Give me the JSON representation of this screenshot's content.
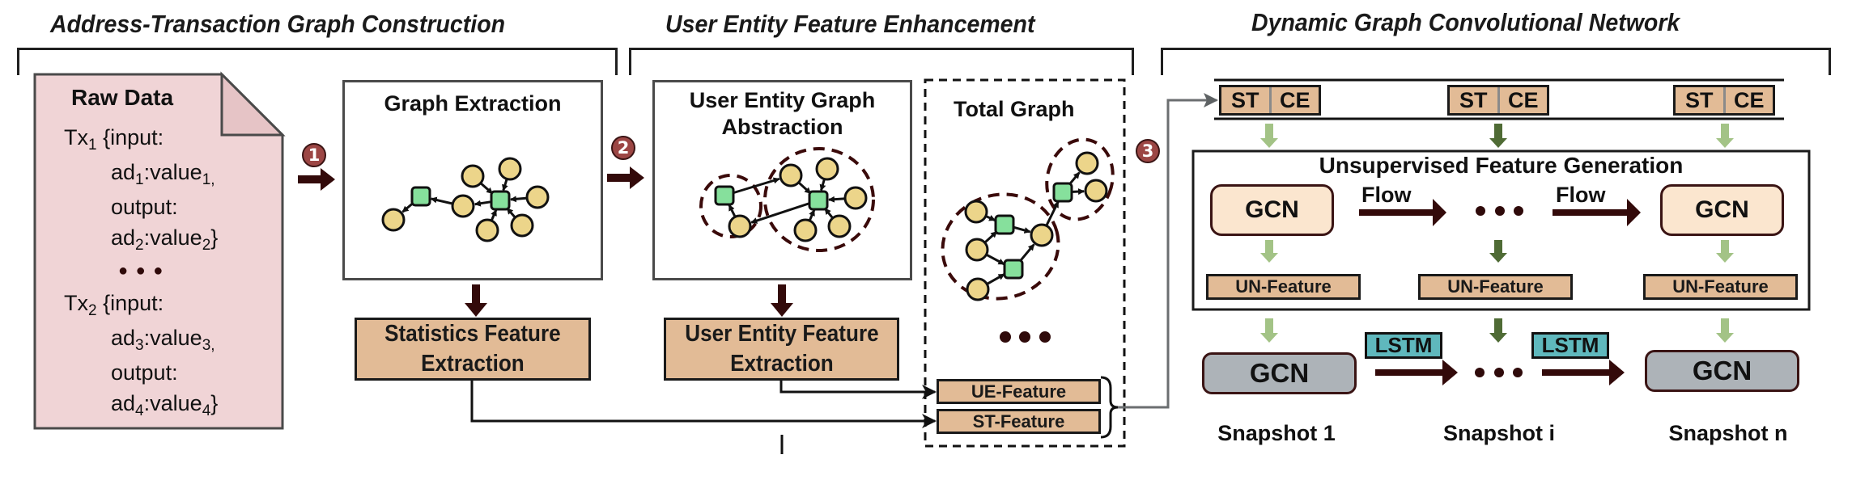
{
  "sections": {
    "construction": {
      "title": "Address-Transaction Graph Construction"
    },
    "enhancement": {
      "title": "User Entity Feature Enhancement"
    },
    "dgcn": {
      "title": "Dynamic Graph Convolutional Network"
    }
  },
  "steps": [
    {
      "number": "1"
    },
    {
      "number": "2"
    },
    {
      "number": "3"
    }
  ],
  "raw_data": {
    "title": "Raw Data",
    "tx1": {
      "label": "Tx",
      "sub": "1",
      "open": " {input:"
    },
    "tx1_input": {
      "pre": "ad",
      "sub": "1",
      "mid": ":value",
      "sub2": "1,"
    },
    "tx1_output_label": "output:",
    "tx1_output": {
      "pre": "ad",
      "sub": "2",
      "mid": ":value",
      "sub2": "2",
      "close": "}"
    },
    "ellipsis": "● ● ●",
    "tx2": {
      "label": "Tx",
      "sub": "2",
      "open": " {input:"
    },
    "tx2_input": {
      "pre": "ad",
      "sub": "3",
      "mid": ":value",
      "sub2": "3,"
    },
    "tx2_output_label": "output:",
    "tx2_output": {
      "pre": "ad",
      "sub": "4",
      "mid": ":value",
      "sub2": "4",
      "close": "}"
    }
  },
  "graph_extraction": {
    "title": "Graph Extraction"
  },
  "statistics_feature": {
    "label_line1": "Statistics Feature",
    "label_line2": "Extraction"
  },
  "user_entity_graph": {
    "title_line1": "User Entity Graph",
    "title_line2": "Abstraction"
  },
  "user_entity_feature": {
    "label_line1": "User Entity Feature",
    "label_line2": "Extraction"
  },
  "total_graph": {
    "title": "Total Graph",
    "ellipsis": "●●●"
  },
  "features": {
    "ue": "UE-Feature",
    "st": "ST-Feature"
  },
  "snapshot_inputs": [
    {
      "st": "ST",
      "ce": "CE"
    },
    {
      "st": "ST",
      "ce": "CE"
    },
    {
      "st": "ST",
      "ce": "CE"
    }
  ],
  "unsupervised": {
    "title": "Unsupervised Feature Generation",
    "gcn_left": "GCN",
    "gcn_right": "GCN",
    "flow_left": "Flow",
    "flow_right": "Flow",
    "un_features": [
      "UN-Feature",
      "UN-Feature",
      "UN-Feature"
    ]
  },
  "temporal": {
    "gcn_left": "GCN",
    "gcn_right": "GCN",
    "lstm_left": "LSTM",
    "lstm_right": "LSTM"
  },
  "snapshots": [
    "Snapshot 1",
    "Snapshot i",
    "Snapshot n"
  ],
  "colors": {
    "circle_node": "#ecd58a",
    "square_node": "#86e09c",
    "feature_box": "#e2bb96",
    "raw_data_bg": "#f0d4d6",
    "gcn_light": "#fbe6cf",
    "gcn_gray": "#adb3b8",
    "lstm": "#5fb8bd",
    "badge": "#9c4644",
    "arrow_dark": "#330a0a",
    "arrow_light_green": "#a3c386",
    "arrow_dark_green": "#4f6b35",
    "connector_gray": "#6b6e70"
  }
}
